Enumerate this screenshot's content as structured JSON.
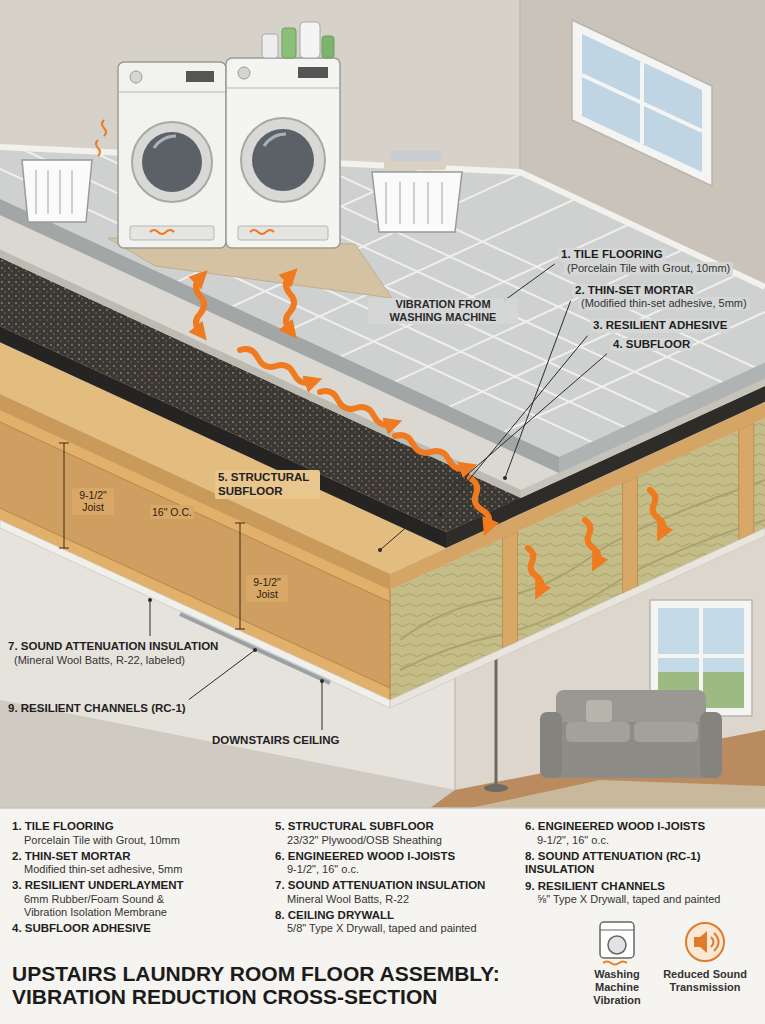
{
  "diagram": {
    "title": "UPSTAIRS LAUNDRY ROOM FLOOR ASSEMBLY: VIBRATION REDUCTION CROSS-SECTION",
    "labels": [
      "1. TILE FLOORING",
      "(Porcelain Tile with Grout, 10mm)",
      "2. THIN-SET MORTAR",
      "(Modified thin-set adhesive, 5mm)",
      "3. RESILIENT ADHESIVE",
      "4. SUBFLOOR",
      "VIBRATION FROM WASHING MACHINE",
      "5. STRUCTURAL SUBFLOOR",
      "16\" O.C.",
      "9-1/2\" Joist",
      "9-1/2\" Joist",
      "7. SOUND ATTENUATION INSULATION",
      "(Mineral Wool Batts, R-22, labeled)",
      "9. RESILIENT CHANNELS (RC-1)",
      "DOWNSTAIRS CEILING",
      "1. TILE FLOORING",
      "Porcelain Tile with Grout, 10mm",
      "2. THIN-SET MORTAR",
      "Modified thin-set adhesive, 5mm",
      "3. RESILIENT UNDERLAYMENT",
      "6mm Rubber/Foam Sound & Vibration Isolation Membrane",
      "4. SUBFLOOR ADHESIVE",
      "5. STRUCTURAL SUBFLOOR",
      "23/32\" Plywood/OSB Sheathing",
      "6. ENGINEERED WOOD I-JOISTS",
      "9-1/2\", 16\" o.c.",
      "7. SOUND ATTENUATION INSULATION",
      "Mineral Wool Batts, R-22",
      "8. CEILING DRYWALL",
      "5/8\" Type X Drywall, taped and painted",
      "6. ENGINEERED WOOD I-JOISTS",
      "9-1/2\", 16\" o.c.",
      "8. SOUND ATTENUATION (RC-1) INSULATION",
      "9. RESILIENT CHANNELS",
      "⅝\" Type X Drywall, taped and painted"
    ],
    "legend": [
      {
        "text": "Washing Machine Vibration"
      },
      {
        "text": "Reduced Sound Transmission"
      }
    ]
  }
}
